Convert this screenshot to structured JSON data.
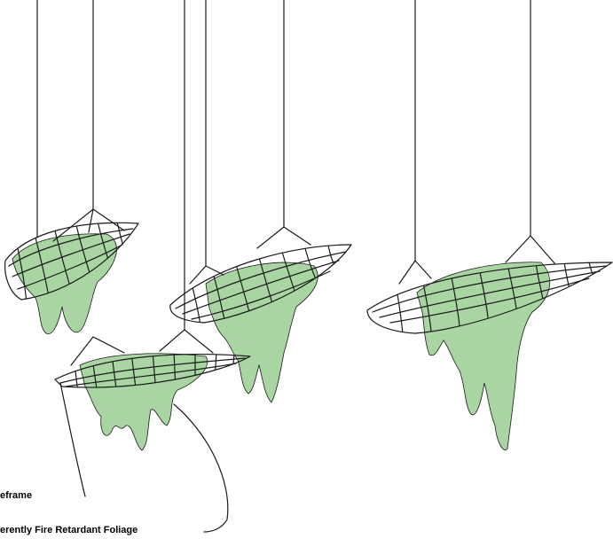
{
  "colors": {
    "stroke": "#1a1a1a",
    "foliage": "#a8d5a2",
    "background": "#ffffff"
  },
  "labels": {
    "wireframe": "eframe",
    "foliage": "erently Fire Retardant Foliage"
  },
  "planters": [
    {
      "id": "left"
    },
    {
      "id": "front"
    },
    {
      "id": "middle"
    },
    {
      "id": "right"
    }
  ]
}
